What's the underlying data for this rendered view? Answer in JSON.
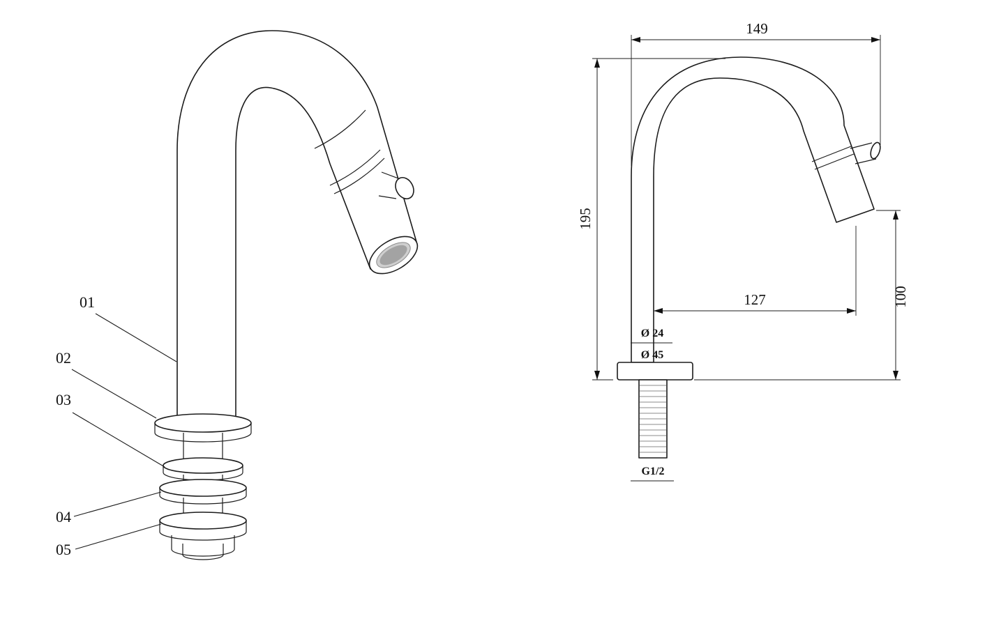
{
  "drawing": {
    "type": "technical-drawing",
    "subject": "gooseneck basin faucet",
    "line_color": "#1b1b1b",
    "background": "#ffffff"
  },
  "left_view": {
    "name": "perspective view with part callouts",
    "callouts": [
      {
        "label": "01",
        "part": "spout-body-column"
      },
      {
        "label": "02",
        "part": "base-escutcheon"
      },
      {
        "label": "03",
        "part": "upper-washer"
      },
      {
        "label": "04",
        "part": "lower-washer"
      },
      {
        "label": "05",
        "part": "mounting-nut"
      }
    ]
  },
  "right_view": {
    "name": "dimensioned side view",
    "dim_width": "149",
    "dim_height": "195",
    "dim_reach": "127",
    "dim_spout_height": "100",
    "dia_pipe": "Ø 24",
    "dia_base": "Ø 45",
    "thread": "G1/2"
  }
}
